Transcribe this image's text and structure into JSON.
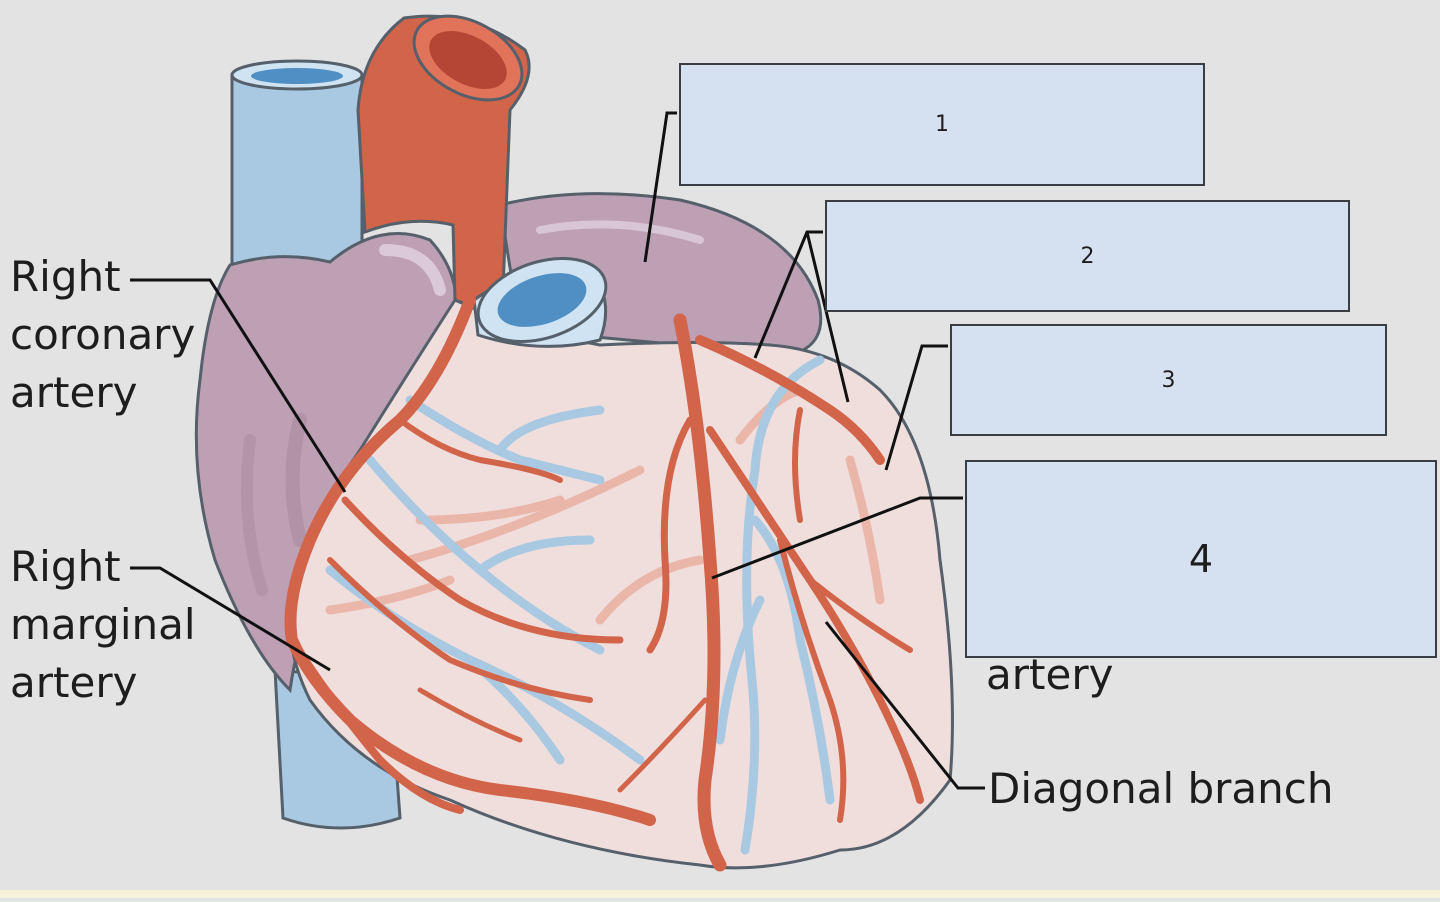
{
  "labels": {
    "right_coronary": [
      "Right",
      "coronary",
      "artery"
    ],
    "right_marginal": [
      "Right",
      "marginal",
      "artery"
    ],
    "artery_partial": "artery",
    "diagonal_branch": "Diagonal branch"
  },
  "answer_boxes": [
    {
      "number": "1"
    },
    {
      "number": "2"
    },
    {
      "number": "3"
    },
    {
      "number": "4"
    }
  ],
  "colors": {
    "background": "#e3e3e3",
    "artery_red": "#d2644a",
    "vein_blue": "#a9c9e2",
    "atrium_purple": "#bea0b5",
    "ventricle_pink": "#f0dedd",
    "box_fill": "#d5e1f1"
  }
}
